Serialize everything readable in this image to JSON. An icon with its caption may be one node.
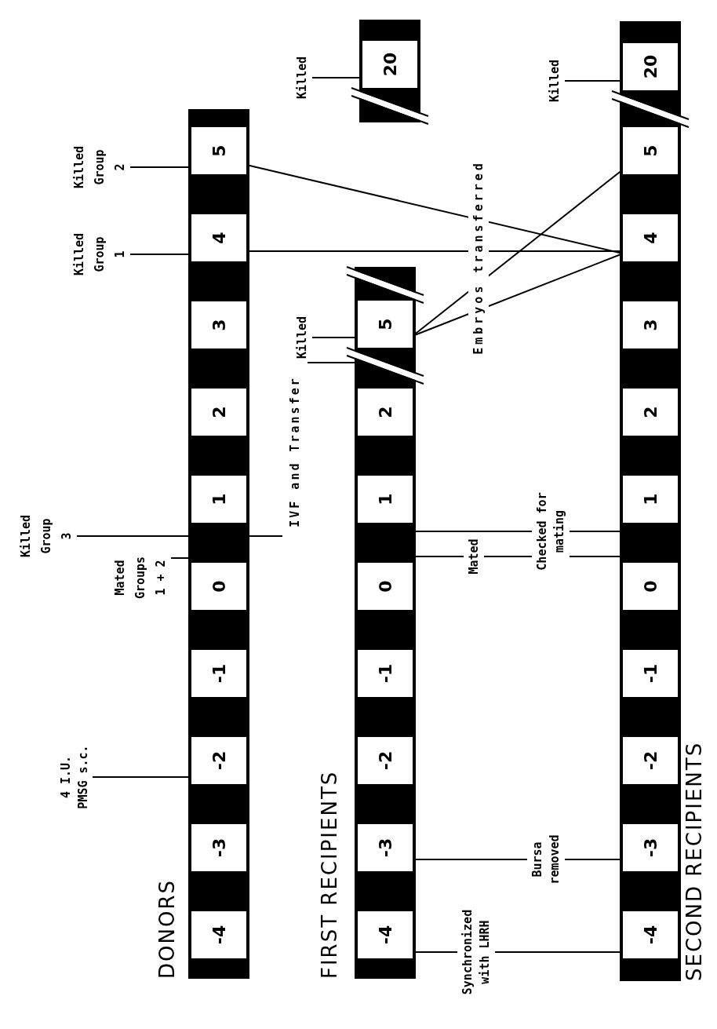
{
  "diagram": {
    "nodes": [
      {
        "text": [
          "DONORS"
        ]
      },
      {
        "text": [
          "-4"
        ],
        "in": 0
      },
      {
        "text": [
          "-3"
        ],
        "in": 0
      },
      {
        "text": [
          "-2"
        ],
        "in": 0
      },
      {
        "text": [
          "-1"
        ],
        "in": 0
      },
      {
        "text": [
          "0"
        ],
        "in": 0
      },
      {
        "text": [
          "1"
        ],
        "in": 0
      },
      {
        "text": [
          "2"
        ],
        "in": 0
      },
      {
        "text": [
          "3"
        ],
        "in": 0
      },
      {
        "text": [
          "4"
        ],
        "in": 0
      },
      {
        "text": [
          "5"
        ],
        "in": 0
      },
      {
        "text": [
          "FIRST RECIPIENTS"
        ]
      },
      {
        "text": [
          "-4"
        ],
        "in": 11
      },
      {
        "text": [
          "-3"
        ],
        "in": 11
      },
      {
        "text": [
          "-2"
        ],
        "in": 11
      },
      {
        "text": [
          "-1"
        ],
        "in": 11
      },
      {
        "text": [
          "0"
        ],
        "in": 11
      },
      {
        "text": [
          "1"
        ],
        "in": 11
      },
      {
        "text": [
          "2"
        ],
        "in": 11
      },
      {
        "text": [
          "5"
        ],
        "in": 11
      },
      {
        "text": [],
        "shape": "bar"
      },
      {
        "text": [
          "20"
        ],
        "in": 20
      },
      {
        "text": [
          "SECOND RECIPIENTS"
        ]
      },
      {
        "text": [
          "-4"
        ],
        "in": 22
      },
      {
        "text": [
          "-3"
        ],
        "in": 22
      },
      {
        "text": [
          "-2"
        ],
        "in": 22
      },
      {
        "text": [
          "-1"
        ],
        "in": 22
      },
      {
        "text": [
          "0"
        ],
        "in": 22
      },
      {
        "text": [
          "1"
        ],
        "in": 22
      },
      {
        "text": [
          "2"
        ],
        "in": 22
      },
      {
        "text": [
          "3"
        ],
        "in": 22
      },
      {
        "text": [
          "4"
        ],
        "in": 22
      },
      {
        "text": [
          "5"
        ],
        "in": 22
      },
      {
        "text": [
          "20"
        ],
        "in": 22
      },
      {
        "text": [
          "4 I.U. PMSG s.c."
        ]
      },
      {
        "text": [
          "Mated Groups 1 + 2"
        ]
      },
      {
        "text": [
          "Killed Group 3"
        ]
      },
      {
        "text": [
          "IVF and Transfer"
        ]
      },
      {
        "text": [
          "Killed Group 1"
        ]
      },
      {
        "text": [
          "Killed Group 2"
        ]
      },
      {
        "text": [
          "Killed"
        ]
      },
      {
        "text": [
          "Killed"
        ]
      },
      {
        "text": [
          "Killed"
        ]
      }
    ],
    "edges": [
      {
        "from": 34,
        "to": 3,
        "arrow": "none"
      },
      {
        "from": 35,
        "to": 0,
        "arrow": "none"
      },
      {
        "from": 36,
        "to": 0,
        "arrow": "none"
      },
      {
        "from": 0,
        "to": 37,
        "arrow": "none"
      },
      {
        "from": 37,
        "to": 11,
        "arrow": "none"
      },
      {
        "from": 38,
        "to": 9,
        "arrow": "none"
      },
      {
        "from": 39,
        "to": 10,
        "arrow": "none"
      },
      {
        "from": 40,
        "to": 19,
        "arrow": "none"
      },
      {
        "from": 41,
        "to": 21,
        "arrow": "none"
      },
      {
        "from": 42,
        "to": 33,
        "arrow": "none"
      },
      {
        "from": 9,
        "to": 31,
        "arrow": "none",
        "label": "Embryos transferred"
      },
      {
        "from": 10,
        "to": 31,
        "arrow": "none"
      },
      {
        "from": 19,
        "to": 31,
        "arrow": "none"
      },
      {
        "from": 19,
        "to": 32,
        "arrow": "none"
      },
      {
        "from": 11,
        "to": 22,
        "arrow": "none",
        "label": "Checked for mating"
      },
      {
        "from": 11,
        "to": 22,
        "arrow": "none",
        "label": "Mated"
      },
      {
        "from": 13,
        "to": 24,
        "arrow": "none",
        "label": "Bursa removed"
      },
      {
        "from": 12,
        "to": 23,
        "arrow": "none",
        "label": "Synchronized with LHRH"
      }
    ]
  }
}
